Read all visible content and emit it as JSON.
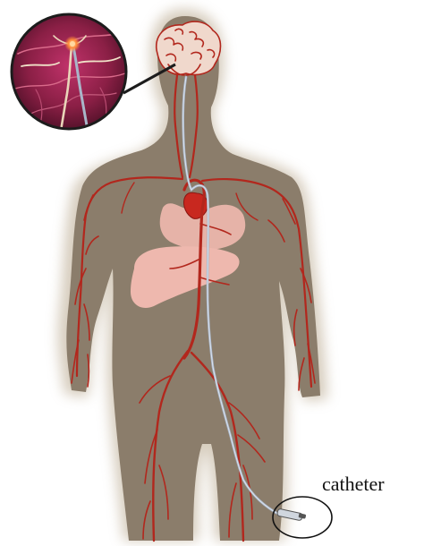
{
  "annotation": {
    "label": "catheter"
  },
  "colors": {
    "body": "#8b7d6b",
    "body_glow": "#c9bca7",
    "artery": "#b2271d",
    "artery_light": "#d9463a",
    "catheter": "#a9b6c9",
    "organ": "#eeb8ae",
    "heart": "#c8281f",
    "inset_bg": "#8a1f45",
    "inset_ring": "#1c1c1c",
    "callout_ring": "#111111"
  },
  "icons": [
    "body-silhouette",
    "artery-network",
    "brain",
    "heart",
    "lungs",
    "liver",
    "catheter",
    "magnified-brain-inset"
  ]
}
